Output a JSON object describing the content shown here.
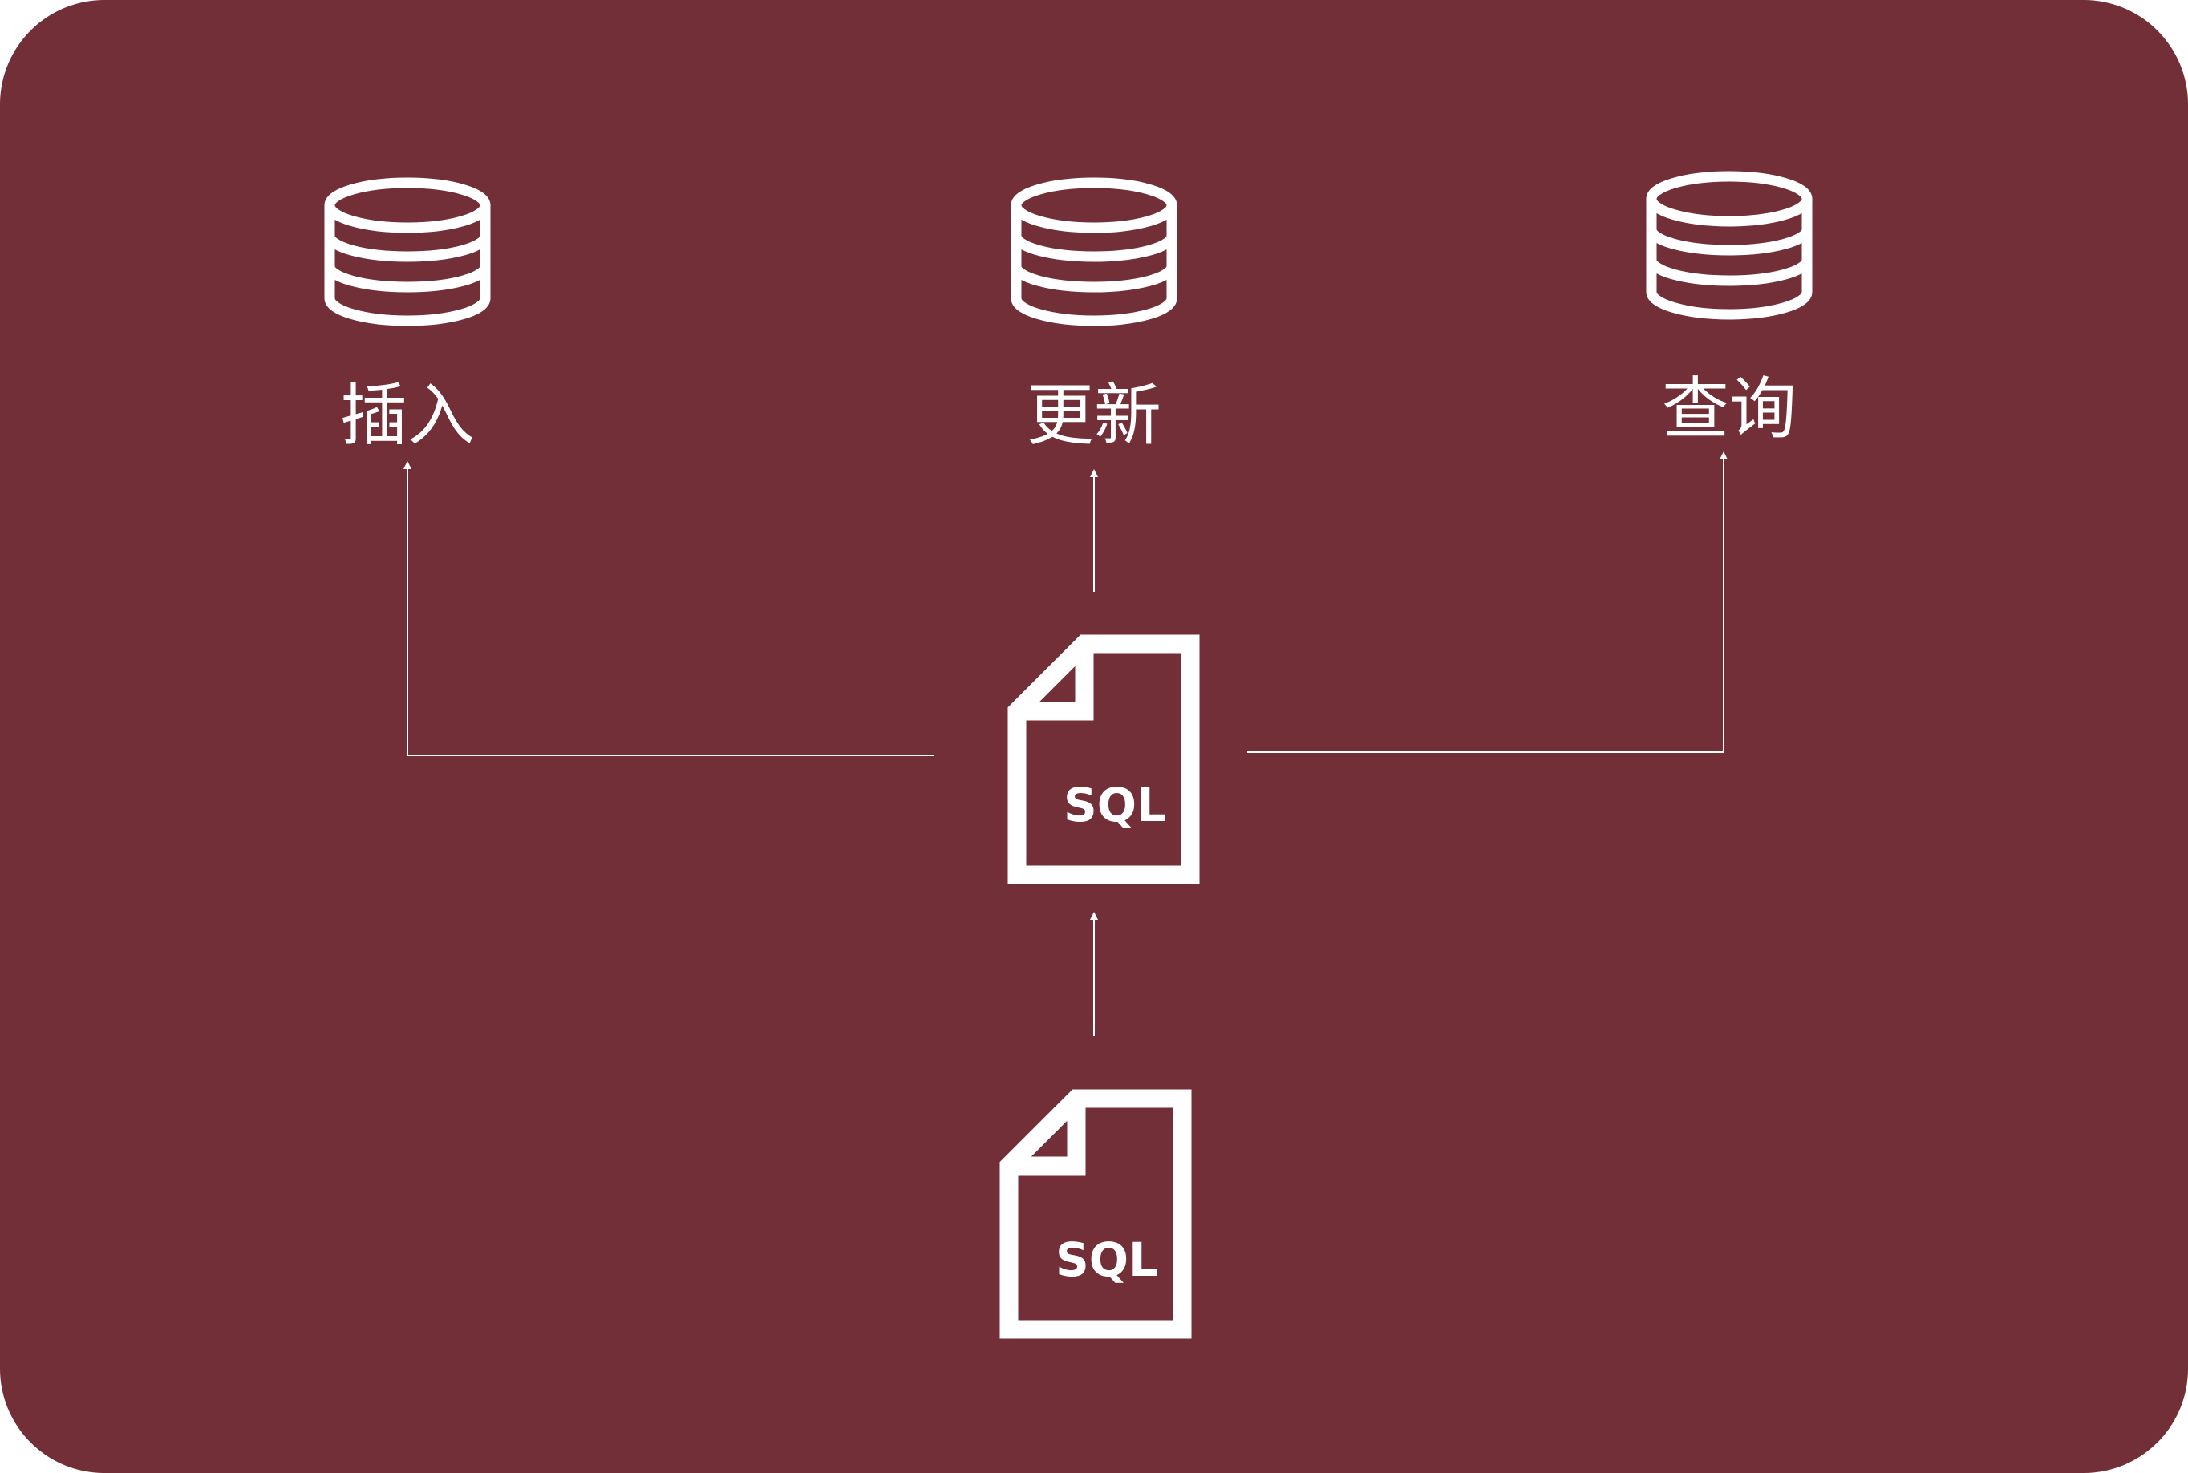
{
  "colors": {
    "background": "#722f37",
    "foreground": "#ffffff"
  },
  "nodes": {
    "insert": {
      "label": "插入",
      "icon": "database-icon"
    },
    "update": {
      "label": "更新",
      "icon": "database-icon"
    },
    "query": {
      "label": "查询",
      "icon": "database-icon"
    },
    "sql_main": {
      "label": "SQL",
      "icon": "sql-file-icon"
    },
    "sql_source": {
      "label": "SQL",
      "icon": "sql-file-icon"
    }
  }
}
